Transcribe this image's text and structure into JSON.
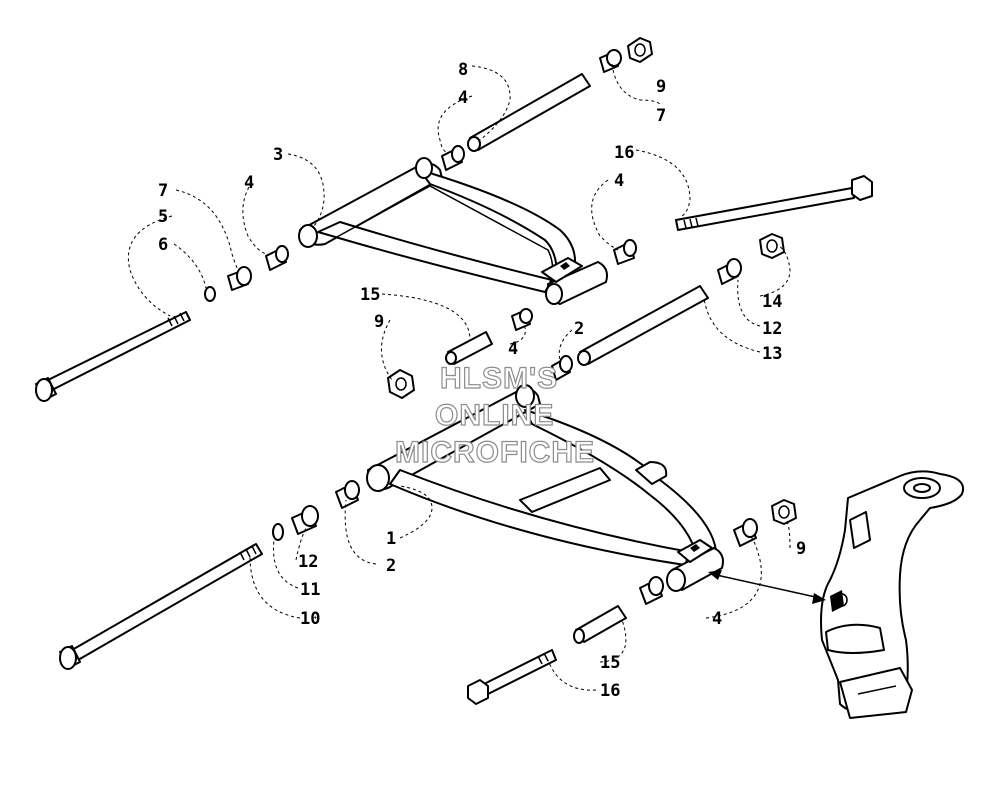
{
  "watermark": {
    "line1": "HLSM'S",
    "line2": "ONLINE",
    "line3": "MICROFICHE",
    "color": "#8c8c8c"
  },
  "callouts": {
    "c1": "1",
    "c2a": "2",
    "c2b": "2",
    "c3": "3",
    "c4a": "4",
    "c4b": "4",
    "c4c": "4",
    "c4d": "4",
    "c4e": "4",
    "c5": "5",
    "c6": "6",
    "c7a": "7",
    "c7b": "7",
    "c8": "8",
    "c9a": "9",
    "c9b": "9",
    "c9c": "9",
    "c10": "10",
    "c11": "11",
    "c12a": "12",
    "c12b": "12",
    "c13": "13",
    "c14": "14",
    "c15a": "15",
    "c15b": "15",
    "c16a": "16",
    "c16b": "16"
  }
}
